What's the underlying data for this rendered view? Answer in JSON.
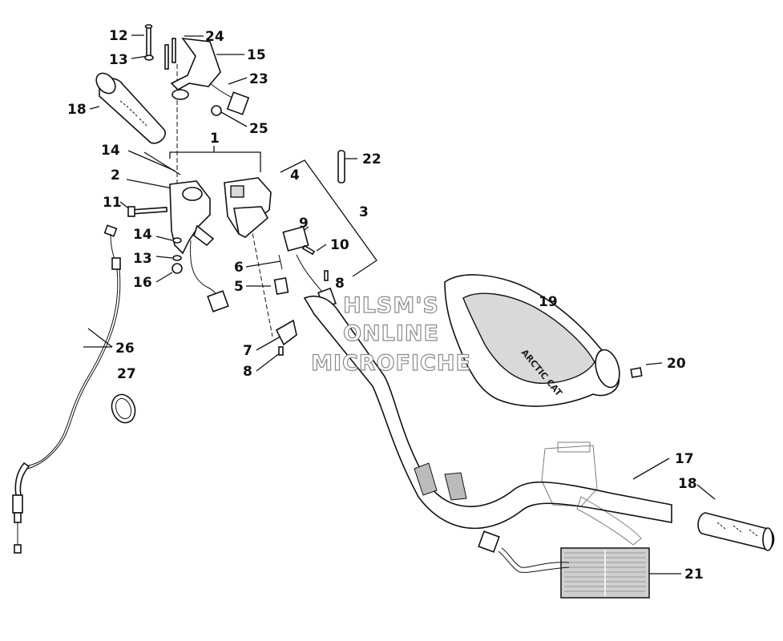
{
  "callouts": {
    "c1": "1",
    "c2": "2",
    "c3": "3",
    "c4": "4",
    "c5": "5",
    "c6": "6",
    "c7": "7",
    "c8a": "8",
    "c8b": "8",
    "c9": "9",
    "c10": "10",
    "c11": "11",
    "c12": "12",
    "c13a": "13",
    "c13b": "13",
    "c14a": "14",
    "c14b": "14",
    "c15": "15",
    "c16": "16",
    "c17": "17",
    "c18a": "18",
    "c18b": "18",
    "c19": "19",
    "c20": "20",
    "c21": "21",
    "c22": "22",
    "c23": "23",
    "c24": "24",
    "c25": "25",
    "c26": "26",
    "c27": "27"
  },
  "watermark": {
    "line1": "HLSM'S",
    "line2": "ONLINE",
    "line3": "MICROFICHE"
  },
  "hood_text": "ARCTIC CAT"
}
